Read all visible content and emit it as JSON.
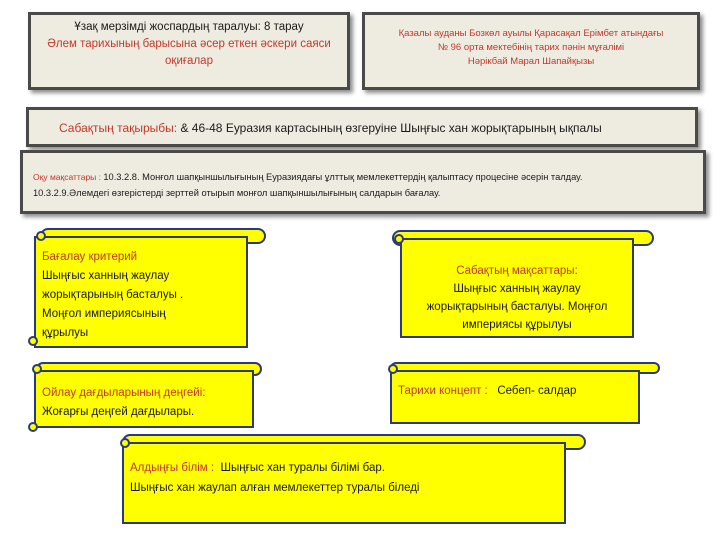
{
  "top_left": {
    "line1": "Ұзақ мерзімді  жоспардың таралуы: 8 тарау",
    "line2": "Әлем тарихының барысына  әсер еткен әскери саяси оқиғалар"
  },
  "top_right": {
    "line1": "Қазалы ауданы  Бозкөл ауылы Қарасақал Ерімбет атындағы",
    "line2": "№ 96 орта мектебінің тарих пәнін мұғалімі",
    "line3": "Нәрікбай Марал Шапайқызы"
  },
  "topic": {
    "label": "Сабақтың тақырыбы: ",
    "value": "& 46-48 Еуразия  картасының өзгеруіне Шыңғыс хан жорықтарының ықпалы"
  },
  "goals": {
    "label": "Оқу мақсаттары : ",
    "line1": "10.3.2.8. Монғол шапқыншылығының Еуразиядағы ұлттық мемлекеттердің қалыптасу процесіне әсерін талдау.",
    "line2": "10.3.2.9.Әлемдегі өзгерістерді зерттей отырып монғол шапқыншылығының салдарын бағалау."
  },
  "criteria": {
    "title": "Бағалау критерий",
    "lines": [
      "Шыңғыс  ханның  жаулау",
      "жорықтарының басталуы .",
      "Моңғол  империясының",
      "құрылуы"
    ]
  },
  "lesson_goals": {
    "title": "Сабақтың мақсаттары:",
    "lines": [
      "Шыңғыс ханның жаулау",
      "жорықтарының басталуы. Моңғол",
      "империясы құрылуы"
    ]
  },
  "thinking": {
    "title": "Ойлау дағдыларының деңгейі:",
    "text": "Жоғарғы деңгей дағдылары."
  },
  "concept": {
    "title": "Тарихи концепт :",
    "text": "Себеп- салдар"
  },
  "prior": {
    "title": "Алдыңғы білім :",
    "text1": "Шыңғыс хан туралы білімі бар.",
    "text2": "Шыңғыс хан жаулап алған мемлекеттер туралы біледі"
  },
  "colors": {
    "scroll_fill": "#ffff00",
    "scroll_border": "#2b3a80",
    "accent_red": "#c0392b",
    "box_bg": "#eeece1"
  }
}
